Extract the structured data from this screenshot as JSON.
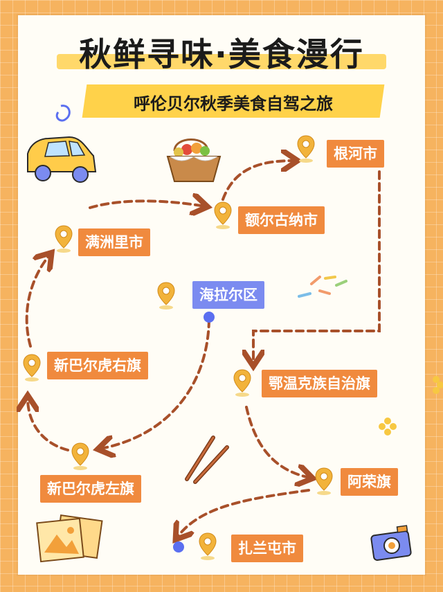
{
  "header": {
    "title": "秋鲜寻味·美食漫行",
    "subtitle": "呼伦贝尔秋季美食自驾之旅"
  },
  "stops": {
    "hailaer": "海拉尔区",
    "xinbaerhuyouqi": "新巴尔虎右旗",
    "manzhouli": "满洲里市",
    "eerguna": "额尔古纳市",
    "genhe": "根河市",
    "ewenke": "鄂温克族自治旗",
    "arong": "阿荣旗",
    "zhalantun": "扎兰屯市",
    "xinbaerhuzuoqi": "新巴尔虎左旗"
  },
  "colors": {
    "route": "#a8502a",
    "label": "#f08a3e",
    "start_label": "#7b8bf0",
    "pin": "#f2b33b",
    "background": "#f6b35f"
  },
  "icons": [
    "car-icon",
    "fruit-basket-icon",
    "sprinkles-icon",
    "flower-icon",
    "chopsticks-icon",
    "photos-icon",
    "camera-icon",
    "map-pin-icon"
  ]
}
